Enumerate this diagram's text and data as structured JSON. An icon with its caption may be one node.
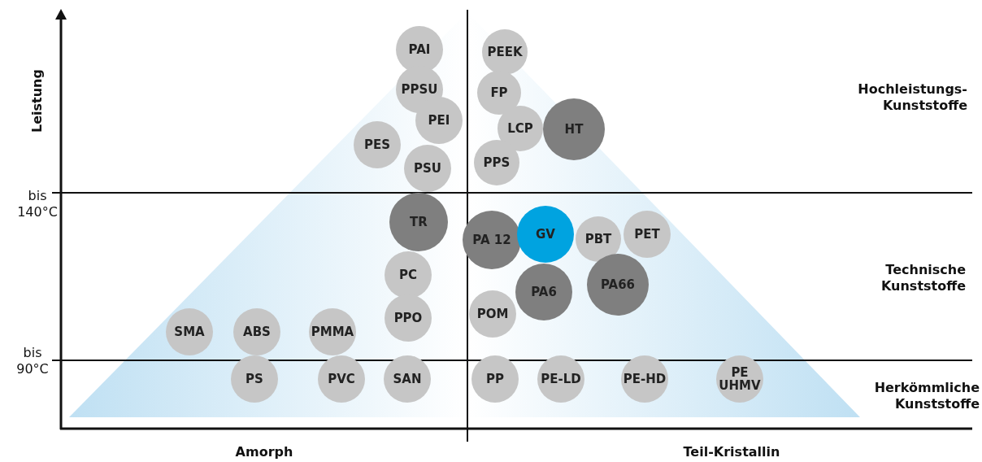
{
  "diagram": {
    "nodes": [
      {
        "text": [
          "PAI"
        ]
      },
      {
        "text": [
          "PEEK"
        ]
      },
      {
        "text": [
          "PPSU"
        ]
      },
      {
        "text": [
          "FP"
        ]
      },
      {
        "text": [
          "PEI"
        ]
      },
      {
        "text": [
          "LCP"
        ]
      },
      {
        "text": [
          "HT"
        ]
      },
      {
        "text": [
          "PES"
        ]
      },
      {
        "text": [
          "PPS"
        ]
      },
      {
        "text": [
          "PSU"
        ]
      },
      {
        "text": [
          "TR"
        ]
      },
      {
        "text": [
          "PA 12"
        ]
      },
      {
        "text": [
          "PBT"
        ]
      },
      {
        "text": [
          "PET"
        ]
      },
      {
        "text": [
          "PC"
        ]
      },
      {
        "text": [
          "PA6"
        ]
      },
      {
        "text": [
          "PA66"
        ]
      },
      {
        "text": [
          "POM"
        ]
      },
      {
        "text": [
          "PPO"
        ]
      },
      {
        "text": [
          "SMA"
        ]
      },
      {
        "text": [
          "ABS"
        ]
      },
      {
        "text": [
          "PMMA"
        ]
      },
      {
        "text": [
          "PS"
        ]
      },
      {
        "text": [
          "PVC"
        ]
      },
      {
        "text": [
          "SAN"
        ]
      },
      {
        "text": [
          "PP"
        ]
      },
      {
        "text": [
          "PE-LD"
        ]
      },
      {
        "text": [
          "PE-HD"
        ]
      },
      {
        "text": [
          "PE UHMV"
        ]
      },
      {
        "text": [
          "GV"
        ]
      }
    ],
    "labels": [
      "Leistung",
      "Hochleistungs-Kunststoffe",
      "bis 140°C",
      "Technische Kunststoffe",
      "bis 90°C",
      "Herkömmliche Kunststoffe",
      "Amorph",
      "Teil-Kristallin"
    ]
  }
}
